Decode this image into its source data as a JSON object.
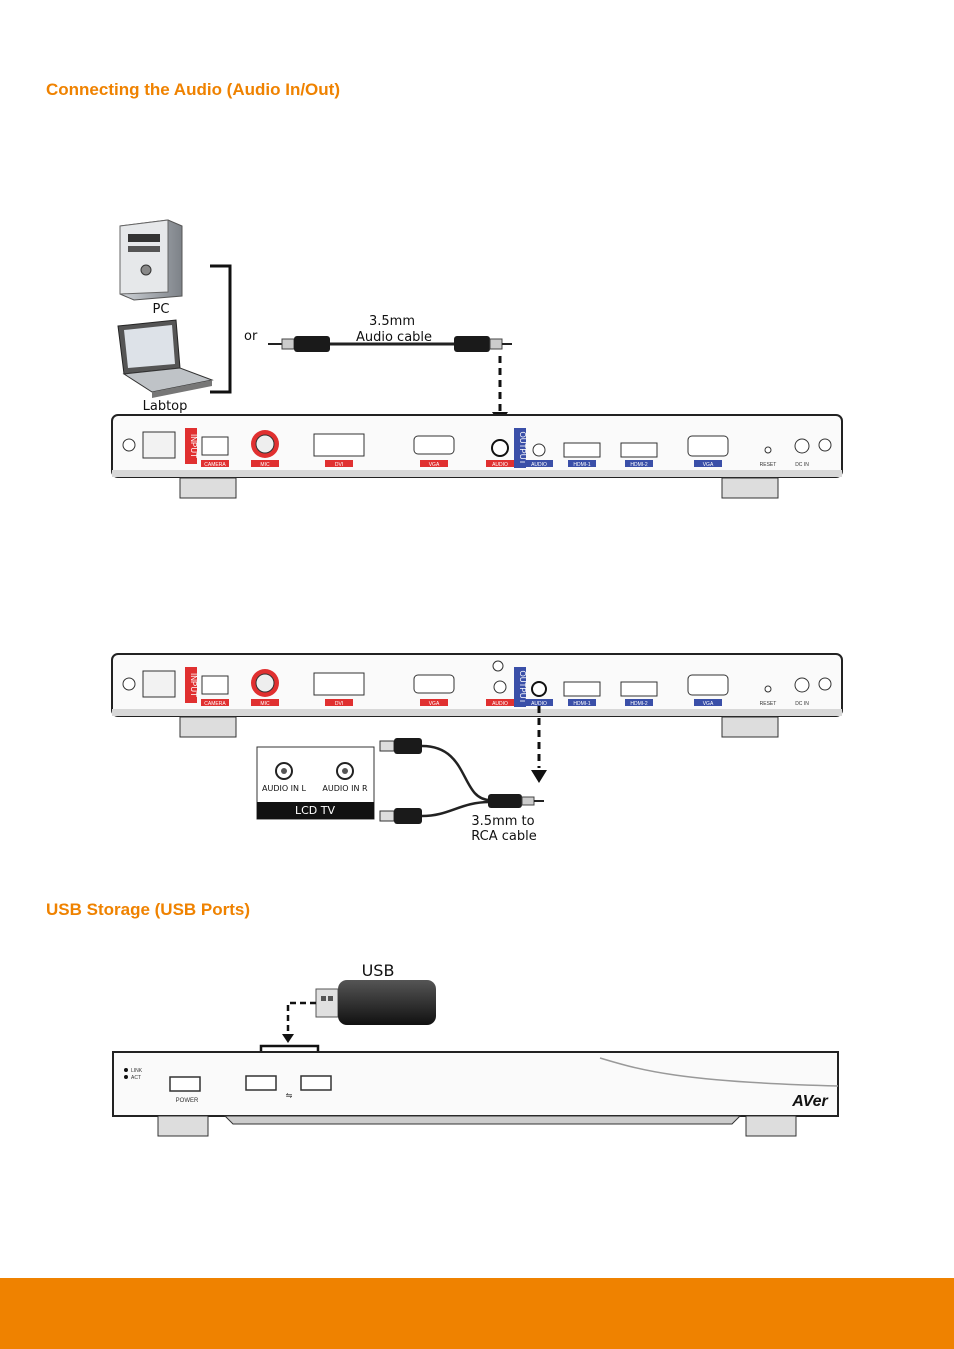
{
  "sections": [
    {
      "heading": "Connecting the Audio (Audio In/Out)"
    },
    {
      "heading": "USB Storage (USB Ports)"
    }
  ],
  "diagram1": {
    "pc_label": "PC",
    "laptop_label": "Labtop",
    "or_label": "or",
    "cable_label_line1": "3.5mm",
    "cable_label_line2": "Audio cable"
  },
  "rear_panel": {
    "input_label": "INPUT",
    "output_label": "OUTPUT",
    "port_camera": "CAMERA",
    "port_mic": "MIC",
    "port_dvi": "DVI",
    "port_vga_in": "VGA",
    "port_audio_in": "AUDIO",
    "port_audio_out": "AUDIO",
    "port_hdmi1": "HDMI-1",
    "port_hdmi2": "HDMI-2",
    "port_vga_out": "VGA",
    "port_reset": "RESET",
    "port_dcin": "DC IN"
  },
  "diagram2": {
    "tv_in_l": "AUDIO IN L",
    "tv_in_r": "AUDIO IN R",
    "tv_label": "LCD TV",
    "cable_label_line1": "3.5mm to",
    "cable_label_line2": "RCA cable"
  },
  "diagram3": {
    "usb_label": "USB",
    "link_label": "LINK",
    "act_label": "ACT",
    "power_label": "POWER",
    "brand": "AVer"
  },
  "colors": {
    "accent": "#ef8200",
    "input_red": "#e03030",
    "output_blue": "#3a4fa8"
  }
}
